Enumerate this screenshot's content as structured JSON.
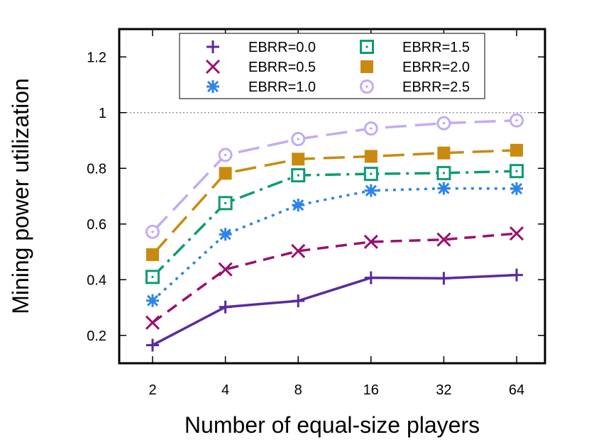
{
  "chart_data": {
    "type": "line",
    "title": "",
    "xlabel": "Number of equal-size players",
    "ylabel": "Mining power utilization",
    "x": [
      "2",
      "4",
      "8",
      "16",
      "32",
      "64"
    ],
    "ylim": [
      0.1,
      1.3
    ],
    "yticks": [
      0.2,
      0.4,
      0.6,
      0.8,
      1,
      1.2
    ],
    "ytick_labels": [
      "0.2",
      "0.4",
      "0.6",
      "0.8",
      "1",
      "1.2"
    ],
    "reference_line": 1.0,
    "grid": false,
    "legend_position": "top",
    "series": [
      {
        "name": "EBRR=0.0",
        "values": [
          0.165,
          0.302,
          0.324,
          0.407,
          0.405,
          0.417
        ],
        "color": "#5b2a9d",
        "marker": "plus",
        "dash": "solid"
      },
      {
        "name": "EBRR=0.5",
        "values": [
          0.246,
          0.437,
          0.503,
          0.536,
          0.544,
          0.566
        ],
        "color": "#99106f",
        "marker": "cross",
        "dash": "dashed"
      },
      {
        "name": "EBRR=1.0",
        "values": [
          0.325,
          0.563,
          0.668,
          0.72,
          0.728,
          0.727
        ],
        "color": "#2c84ea",
        "marker": "star",
        "dash": "dotted"
      },
      {
        "name": "EBRR=1.5",
        "values": [
          0.41,
          0.675,
          0.775,
          0.78,
          0.783,
          0.79
        ],
        "color": "#0d9b73",
        "marker": "square-open",
        "dash": "dashdot"
      },
      {
        "name": "EBRR=2.0",
        "values": [
          0.49,
          0.782,
          0.833,
          0.843,
          0.855,
          0.865
        ],
        "color": "#c98a10",
        "marker": "square-filled",
        "dash": "longdash"
      },
      {
        "name": "EBRR=2.5",
        "values": [
          0.572,
          0.848,
          0.905,
          0.943,
          0.962,
          0.972
        ],
        "color": "#c4abf2",
        "marker": "circle-open",
        "dash": "longdash"
      }
    ]
  }
}
